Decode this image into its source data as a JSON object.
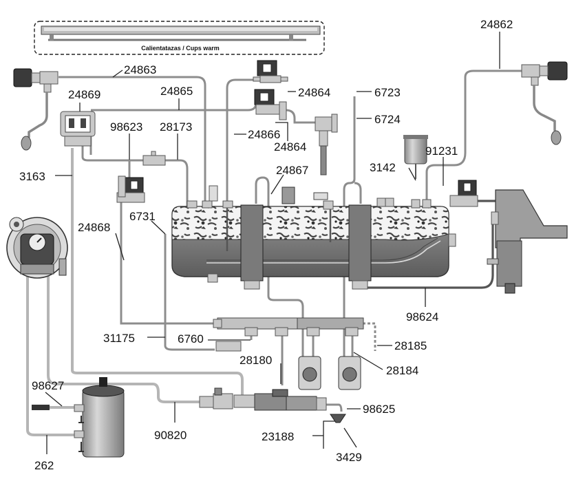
{
  "cup_warmer_label": "Calientatazas / Cups warm",
  "part_labels": {
    "p24862": "24862",
    "p24863": "24863",
    "p24869": "24869",
    "p24865": "24865",
    "p24864a": "24864",
    "p24864b": "24864",
    "p6723": "6723",
    "p6724": "6724",
    "p98623": "98623",
    "p28173": "28173",
    "p24866": "24866",
    "p24867": "24867",
    "p3142": "3142",
    "p91231": "91231",
    "p3163": "3163",
    "p6731": "6731",
    "p24868": "24868",
    "p98624": "98624",
    "p31175": "31175",
    "p6760": "6760",
    "p28185": "28185",
    "p28180": "28180",
    "p28184": "28184",
    "p98627": "98627",
    "p98625": "98625",
    "p90820": "90820",
    "p23188": "23188",
    "p3429": "3429",
    "p262": "262"
  }
}
